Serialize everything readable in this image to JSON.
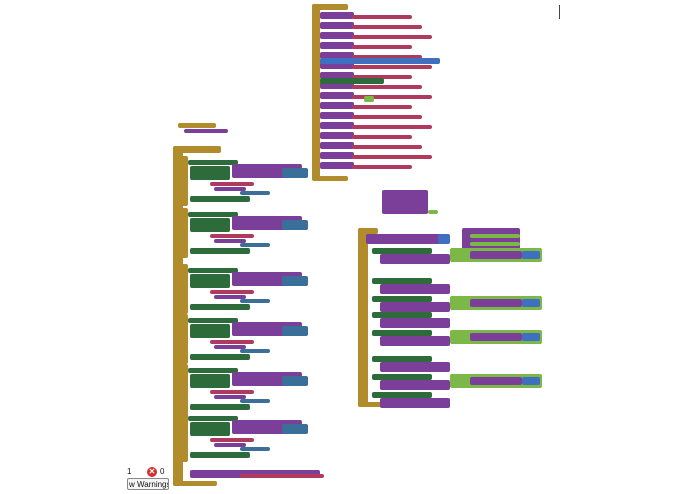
{
  "warnings": {
    "warning_count": "1",
    "error_icon": "error-x-icon",
    "error_count": "0",
    "show_warnings_label": "w Warnings"
  },
  "colors": {
    "control": "#b08c2c",
    "procedure": "#7b3f9a",
    "component_set": "#2e6b3a",
    "component_get": "#3a6f9a",
    "text": "#b03a5e",
    "logic": "#7bb848",
    "math": "#3f6fbf"
  }
}
